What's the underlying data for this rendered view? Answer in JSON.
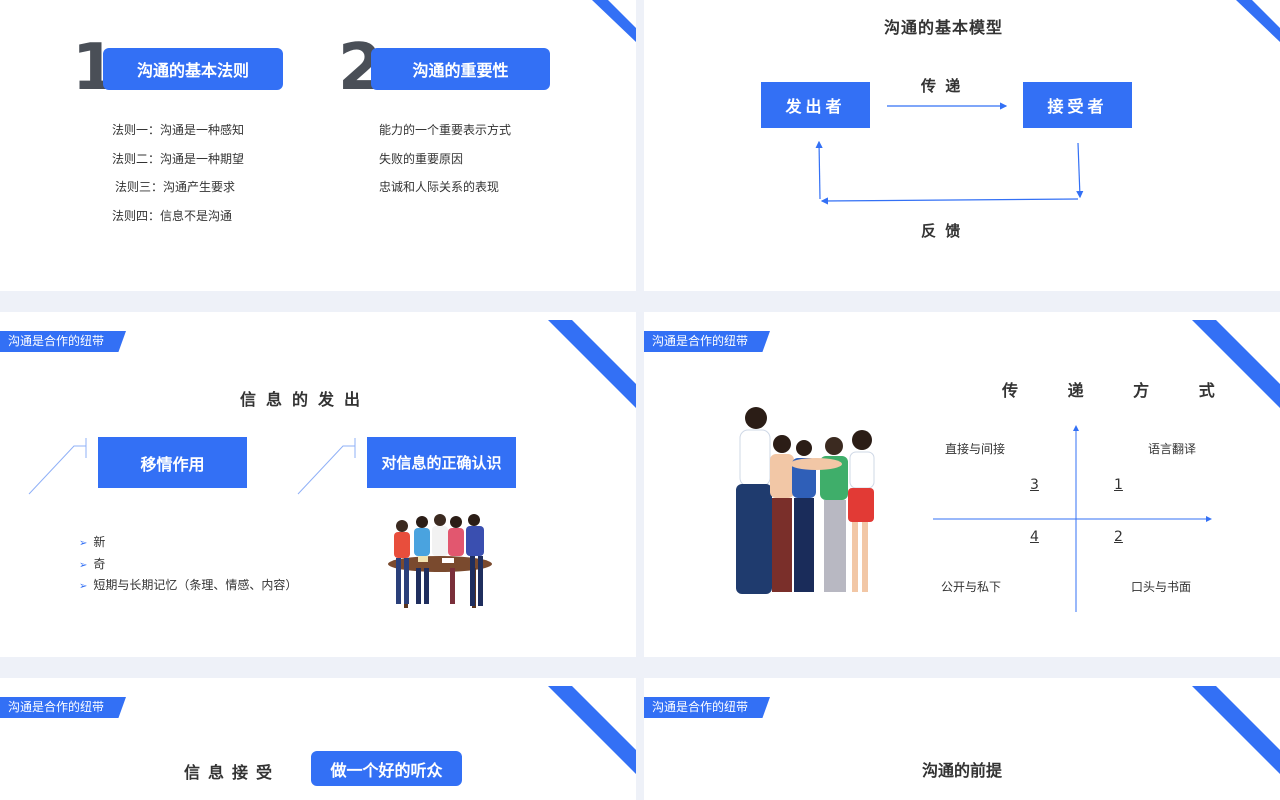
{
  "slide1": {
    "section1": {
      "number": "1",
      "title": "沟通的基本法则",
      "items": [
        "法则一：沟通是一种感知",
        "法则二：沟通是一种期望",
        "法则三：沟通产生要求",
        "法则四：信息不是沟通"
      ]
    },
    "section2": {
      "number": "2",
      "title": "沟通的重要性",
      "items": [
        "能力的一个重要表示方式",
        "失败的重要原因",
        "忠诚和人际关系的表现"
      ]
    }
  },
  "slide2": {
    "title": "沟通的基本模型",
    "sender": "发出者",
    "receiver": "接受者",
    "transmit": "传 递",
    "feedback": "反 馈"
  },
  "slide3": {
    "tag": "沟通是合作的纽带",
    "title": "信息的发出",
    "box1": "移情作用",
    "box2": "对信息的正确认识",
    "bullets": [
      "新",
      "奇",
      "短期与长期记忆（条理、情感、内容）"
    ]
  },
  "slide4": {
    "tag": "沟通是合作的纽带",
    "title": "传 递 方 式",
    "q_top_left": "直接与间接",
    "q_top_right": "语言翻译",
    "q_bottom_left": "公开与私下",
    "q_bottom_right": "口头与书面",
    "n1": "1",
    "n2": "2",
    "n3": "3",
    "n4": "4"
  },
  "slide5": {
    "tag": "沟通是合作的纽带",
    "title": "信息接受",
    "pill": "做一个好的听众"
  },
  "slide6": {
    "tag": "沟通是合作的纽带",
    "title": "沟通的前提"
  },
  "colors": {
    "accent": "#3370f5",
    "dark_text": "#333333",
    "number_gray": "#4a4f57",
    "background": "#eef1f8"
  }
}
